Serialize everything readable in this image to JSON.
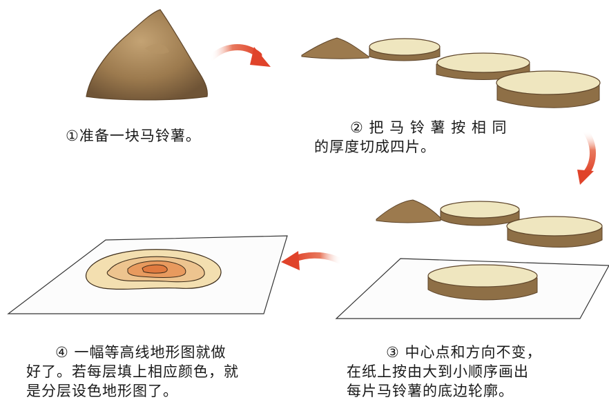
{
  "steps": [
    {
      "lines": [
        "①准备一块马铃薯。"
      ]
    },
    {
      "lines": [
        "② 把 马 铃 薯 按 相 同",
        "的厚度切成四片。"
      ]
    },
    {
      "lines": [
        "③ 中心点和方向不变，",
        "在纸上按由大到小顺序画出",
        "每片马铃薯的底边轮廓。"
      ]
    },
    {
      "lines": [
        "④ 一幅等高线地形图就做",
        "好了。若每层填上相应颜色，就",
        "是分层设色地形图了。"
      ]
    }
  ],
  "colors": {
    "potato_skin": "#9c7a4e",
    "potato_flesh": "#efe6bf",
    "arrow": "#e0432a",
    "contour_1": "#f3dfb0",
    "contour_2": "#edc48f",
    "contour_3": "#e89a5e",
    "contour_4": "#e07a3f"
  }
}
